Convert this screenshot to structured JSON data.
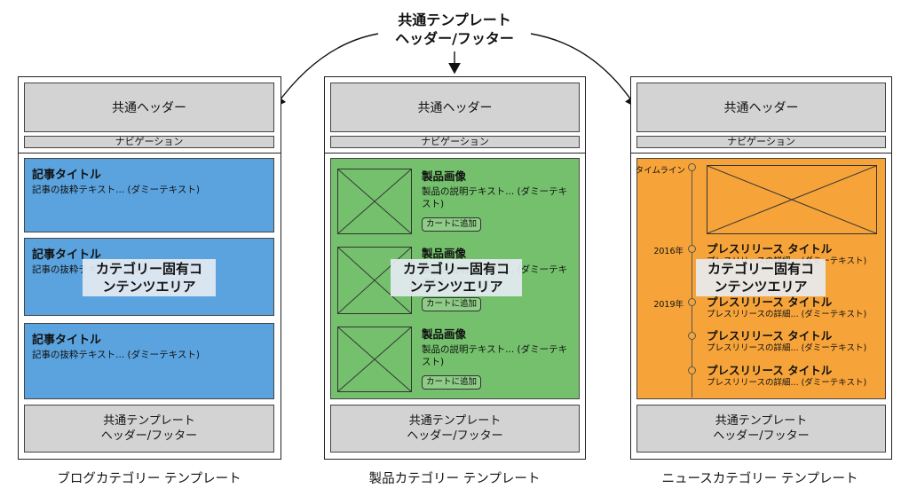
{
  "top_label": {
    "line1": "共通テンプレート",
    "line2": "ヘッダー/フッター"
  },
  "common": {
    "header": "共通ヘッダー",
    "nav": "ナビゲーション",
    "footer_line1": "共通テンプレート",
    "footer_line2": "ヘッダー/フッター",
    "overlay_line1": "カテゴリー固有コ",
    "overlay_line2": "ンテンツエリア"
  },
  "blog": {
    "caption": "ブログカテゴリー テンプレート",
    "cards": [
      {
        "title": "記事タイトル",
        "text": "記事の抜粋テキスト... (ダミーテキスト)"
      },
      {
        "title": "記事タイトル",
        "text": "記事の抜粋テキスト... (ダミーテキスト)"
      },
      {
        "title": "記事タイトル",
        "text": "記事の抜粋テキスト... (ダミーテキスト)"
      }
    ]
  },
  "product": {
    "caption": "製品カテゴリー テンプレート",
    "items": [
      {
        "title": "製品画像",
        "text": "製品の説明テキスト... (ダミーテキスト)",
        "button": "カートに追加"
      },
      {
        "title": "製品画像",
        "text": "製品の説明テキスト... (ダミーテキスト)",
        "button": "カートに追加"
      },
      {
        "title": "製品画像",
        "text": "製品の説明テキスト... (ダミーテキスト)",
        "button": "カートに追加"
      }
    ]
  },
  "news": {
    "caption": "ニュースカテゴリー テンプレート",
    "timeline_label": "タイムライン",
    "year1": "2016年",
    "year2": "2019年",
    "items": [
      {
        "title": "プレスリリース タイトル",
        "text": "プレスリリースの詳細... (ダミーテキスト)"
      },
      {
        "title": "プレスリリース タイトル",
        "text": "プレスリリースの詳細... (ダミーテキスト)"
      },
      {
        "title": "プレスリリース タイトル",
        "text": "プレスリリースの詳細... (ダミーテキスト)"
      },
      {
        "title": "プレスリリース タイトル",
        "text": "プレスリリースの詳細... (ダミーテキスト)"
      }
    ]
  },
  "colors": {
    "blog": "#5ba3de",
    "product": "#74c06d",
    "news": "#f6a43a",
    "gray": "#d3d3d3"
  }
}
